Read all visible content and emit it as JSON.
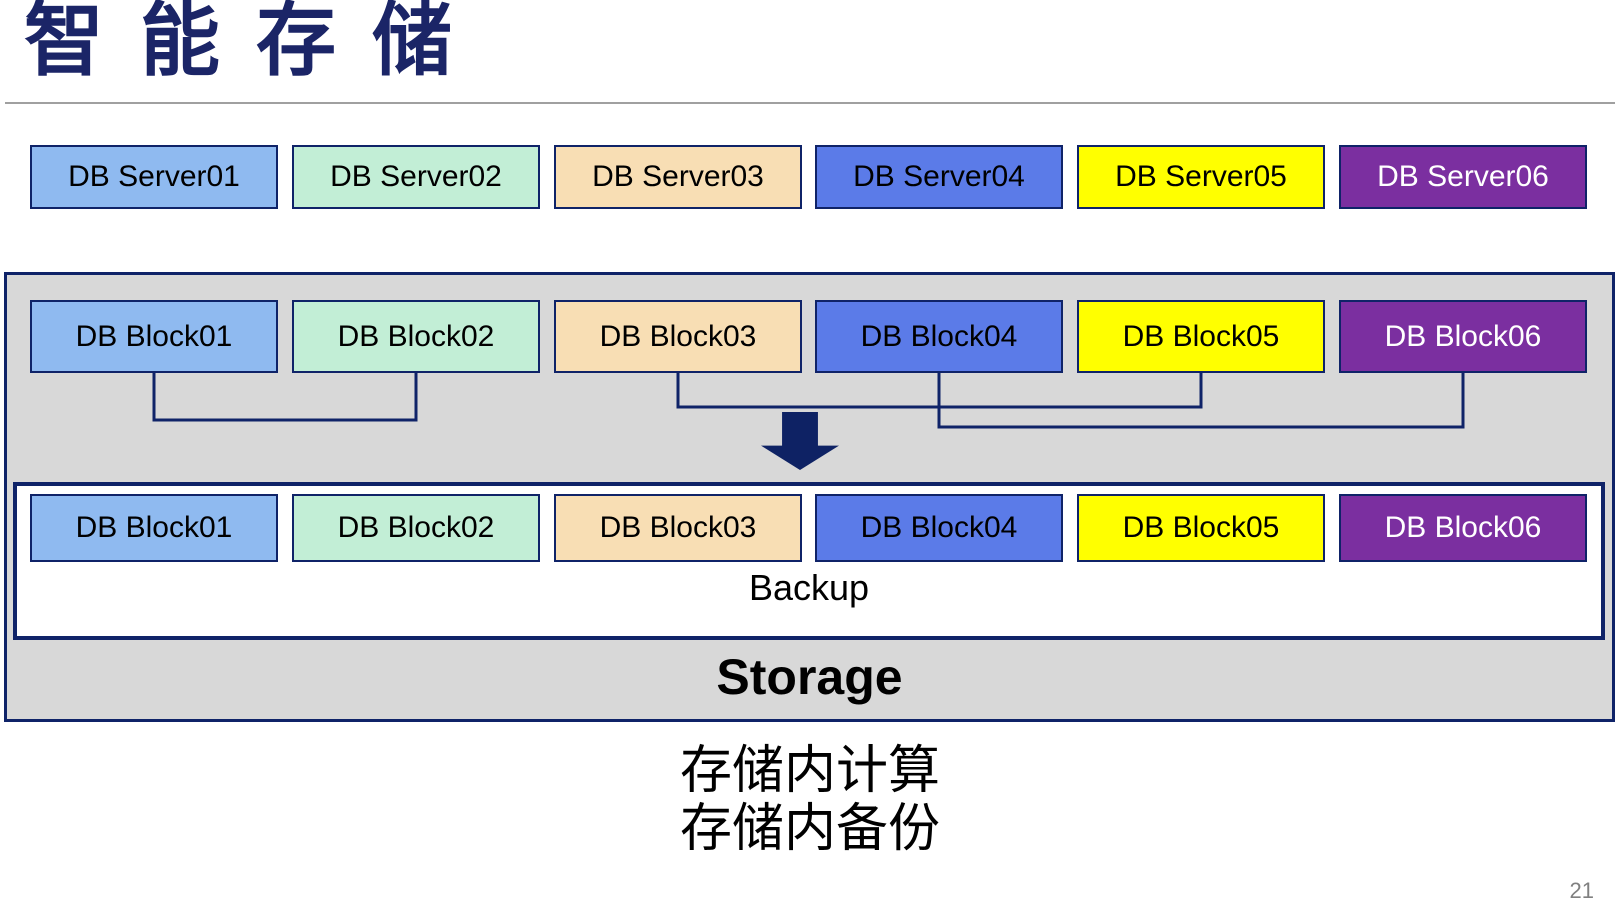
{
  "slide": {
    "title": "智能存储",
    "backup_label": "Backup",
    "storage_label": "Storage",
    "caption_line1": "存储内计算",
    "caption_line2": "存储内备份",
    "page_number": "21"
  },
  "palette": {
    "title_navy": "#1B2567",
    "border_navy": "#0F2368",
    "arrow_navy": "#0E2264",
    "container_gray": "#D8D8D8",
    "divider_gray": "#A0A0A0",
    "page_number_gray": "#808080"
  },
  "server_row": {
    "items": [
      {
        "label": "DB Server01",
        "fill": "#8FBAF0",
        "text_color": "#000000"
      },
      {
        "label": "DB Server02",
        "fill": "#C2EED6",
        "text_color": "#000000"
      },
      {
        "label": "DB Server03",
        "fill": "#F8DEB4",
        "text_color": "#000000"
      },
      {
        "label": "DB Server04",
        "fill": "#5B7BE8",
        "text_color": "#000000"
      },
      {
        "label": "DB Server05",
        "fill": "#FFFF00",
        "text_color": "#000000"
      },
      {
        "label": "DB Server06",
        "fill": "#7B2FA0",
        "text_color": "#FFFFFF"
      }
    ]
  },
  "upper_block_row": {
    "items": [
      {
        "label": "DB Block01",
        "fill": "#8FBAF0",
        "text_color": "#000000"
      },
      {
        "label": "DB Block02",
        "fill": "#C2EED6",
        "text_color": "#000000"
      },
      {
        "label": "DB Block03",
        "fill": "#F8DEB4",
        "text_color": "#000000"
      },
      {
        "label": "DB Block04",
        "fill": "#5B7BE8",
        "text_color": "#000000"
      },
      {
        "label": "DB Block05",
        "fill": "#FFFF00",
        "text_color": "#000000"
      },
      {
        "label": "DB Block06",
        "fill": "#7B2FA0",
        "text_color": "#FFFFFF"
      }
    ]
  },
  "lower_block_row": {
    "items": [
      {
        "label": "DB Block01",
        "fill": "#8FBAF0",
        "text_color": "#000000"
      },
      {
        "label": "DB Block02",
        "fill": "#C2EED6",
        "text_color": "#000000"
      },
      {
        "label": "DB Block03",
        "fill": "#F8DEB4",
        "text_color": "#000000"
      },
      {
        "label": "DB Block04",
        "fill": "#5B7BE8",
        "text_color": "#000000"
      },
      {
        "label": "DB Block05",
        "fill": "#FFFF00",
        "text_color": "#000000"
      },
      {
        "label": "DB Block06",
        "fill": "#7B2FA0",
        "text_color": "#FFFFFF"
      }
    ]
  },
  "connections": [
    {
      "from_index": 0,
      "to_index": 1
    },
    {
      "from_index": 2,
      "to_index": 4
    },
    {
      "from_index": 3,
      "to_index": 5
    }
  ]
}
